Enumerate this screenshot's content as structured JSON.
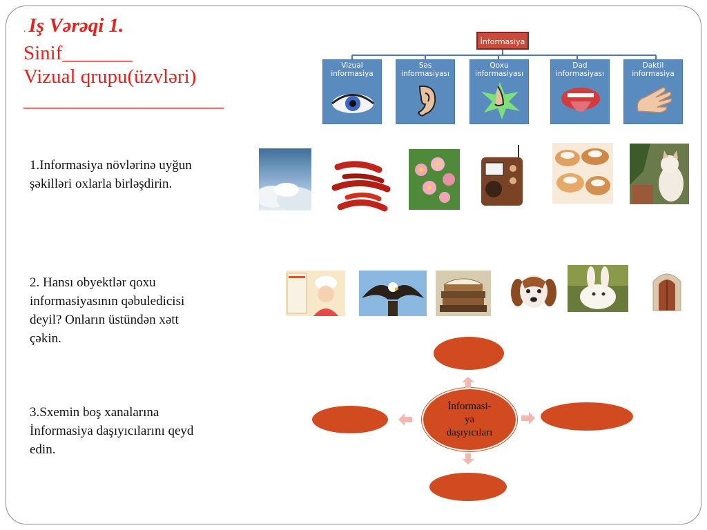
{
  "header": {
    "dot": ".",
    "title": "Iş Vərəqi 1.",
    "line2": "Sinif_______",
    "line3": "Vizual qrupu(üzvləri)",
    "line4": "____________________"
  },
  "diagram": {
    "root": "İnformasiya",
    "cards": [
      {
        "label1": "Vizual",
        "label2": "informasiya",
        "icon": "eye-icon"
      },
      {
        "label1": "Səs",
        "label2": "informasiyası",
        "icon": "ear-icon"
      },
      {
        "label1": "Qoxu",
        "label2": "informasiyası",
        "icon": "nose-icon"
      },
      {
        "label1": "Dad",
        "label2": "informasiyası",
        "icon": "tongue-icon"
      },
      {
        "label1": "Daktil",
        "label2": "informasiya",
        "icon": "hand-icon"
      }
    ]
  },
  "questions": {
    "q1": [
      "1.Informasiya növlərinə uyğun",
      "şəkilləri oxlarla birləşdirin."
    ],
    "q2": [
      "2. Hansı obyektlər qoxu",
      "informasiyasının qəbuledicisi",
      "deyil? Onların üstündən xətt",
      "çəkin."
    ],
    "q3": [
      "3.Sxemin boş xanalarına",
      "İnformasiya daşıyıcılarını qeyd",
      "edin."
    ]
  },
  "scheme": {
    "center": [
      "İnformasi-",
      "ya",
      "daşıyıcıları"
    ],
    "oval_color": "#d24a1f",
    "arrow_color": "#f2b8b0"
  },
  "images_row1": [
    "clouds-image",
    "chili-peppers-image",
    "flowers-image",
    "radio-image",
    "pastries-image",
    "cat-image"
  ],
  "images_row2": [
    "book-girl-image",
    "eagle-image",
    "books-image",
    "puppy-image",
    "rabbit-image",
    "door-image"
  ]
}
